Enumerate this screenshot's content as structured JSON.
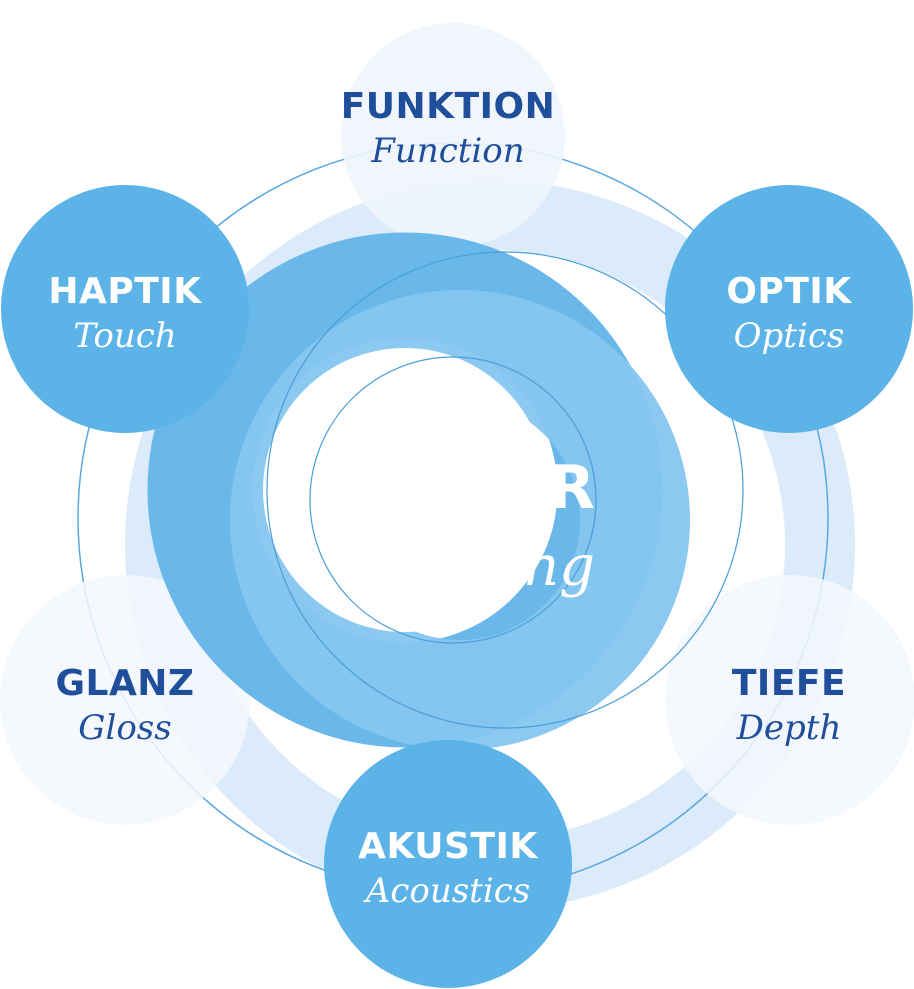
{
  "diagram": {
    "center": {
      "title": "R",
      "subtitle": "ng"
    },
    "nodes": [
      {
        "id": "funktion",
        "title": "FUNKTION",
        "subtitle": "Function",
        "style": "outlined"
      },
      {
        "id": "haptik",
        "title": "HAPTIK",
        "subtitle": "Touch",
        "style": "filled"
      },
      {
        "id": "optik",
        "title": "OPTIK",
        "subtitle": "Optics",
        "style": "filled"
      },
      {
        "id": "glanz",
        "title": "GLANZ",
        "subtitle": "Gloss",
        "style": "outlined"
      },
      {
        "id": "tiefe",
        "title": "TIEFE",
        "subtitle": "Depth",
        "style": "outlined"
      },
      {
        "id": "akustik",
        "title": "AKUSTIK",
        "subtitle": "Acoustics",
        "style": "filled"
      }
    ],
    "colors": {
      "node_fill": "#5cb3e8",
      "ring_dark": "#6ab8ea",
      "ring_mid": "#86c6f0",
      "ring_pale": "#dcebf9",
      "ring_line": "#5aa8e0",
      "text_dark": "#1f4e9a",
      "text_light": "#ffffff"
    }
  }
}
